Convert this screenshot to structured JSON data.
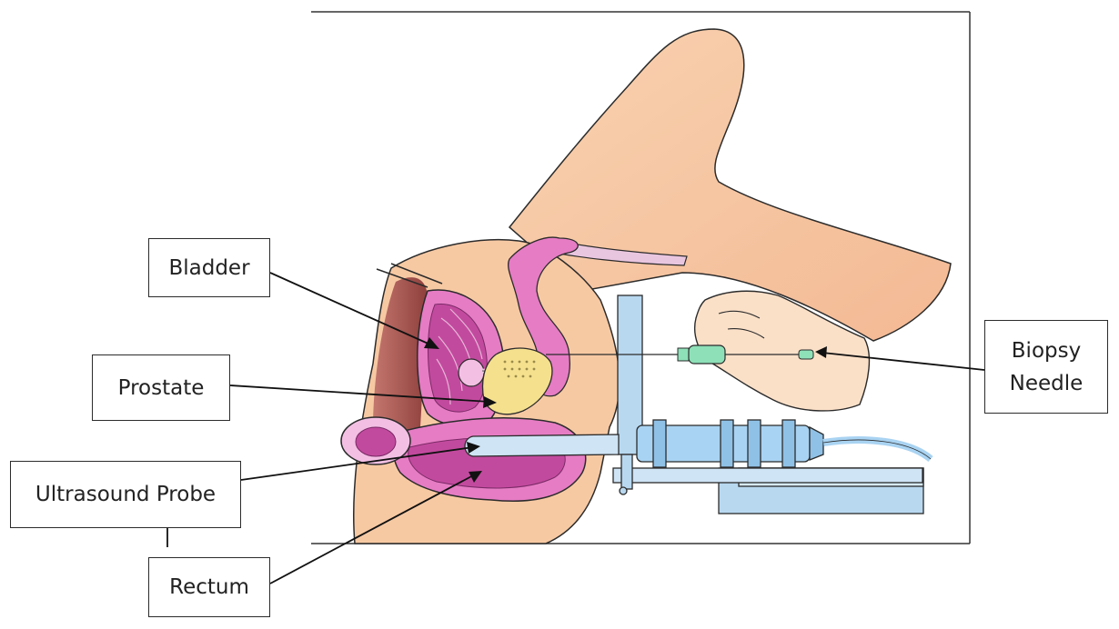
{
  "labels": {
    "bladder": "Bladder",
    "prostate": "Prostate",
    "ultrasound_probe": "Ultrasound Probe",
    "rectum": "Rectum",
    "biopsy_needle_line1": "Biopsy",
    "biopsy_needle_line2": "Needle"
  },
  "colors": {
    "skin": "#f7c9a3",
    "skin_shadow": "#e9a98a",
    "cavity": "#a8544f",
    "organ_pink": "#e67cc4",
    "organ_dark": "#c24a9e",
    "prostate_yellow": "#f5e08e",
    "probe_blue": "#a9d3f2",
    "needle_green": "#8ee0b8",
    "outline": "#2b2b2b"
  }
}
